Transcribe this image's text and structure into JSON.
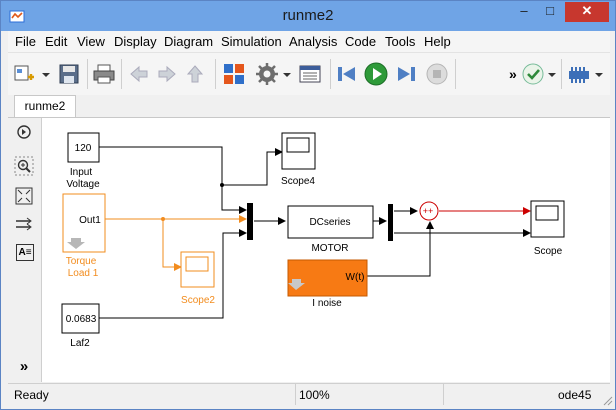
{
  "window": {
    "title": "runme2",
    "minimize": "–",
    "maximize": "□",
    "close": "✕"
  },
  "menu": [
    "File",
    "Edit",
    "View",
    "Display",
    "Diagram",
    "Simulation",
    "Analysis",
    "Code",
    "Tools",
    "Help"
  ],
  "toolbar": {
    "icons": [
      "new-model-icon",
      "save-icon",
      "print-icon",
      "back-icon",
      "forward-icon",
      "up-icon",
      "library-browser-icon",
      "model-config-icon",
      "model-explorer-icon",
      "step-back-icon",
      "run-icon",
      "step-forward-icon",
      "stop-icon",
      "more-icon",
      "check-icon",
      "build-icon"
    ],
    "more_label": "»"
  },
  "tabs": [
    {
      "label": "runme2"
    }
  ],
  "palette": {
    "icons": [
      "hide-browser-icon",
      "zoom-in-icon",
      "fit-view-icon",
      "route-lines-icon",
      "annotation-icon",
      "expand-icon"
    ],
    "expand_label": "»",
    "annotation_label": "A≡"
  },
  "diagram": {
    "blocks": {
      "input_voltage": {
        "value": "120",
        "label_line1": "Input",
        "label_line2": "Voltage"
      },
      "torque_load": {
        "port": "Out1",
        "label_line1": "Torque",
        "label_line2": "Load 1"
      },
      "laf2": {
        "value": "0.0683",
        "label": "Laf2"
      },
      "scope4": {
        "label": "Scope4"
      },
      "scope2": {
        "label": "Scope2"
      },
      "motor": {
        "text": "DCseries",
        "label": "MOTOR"
      },
      "inoise": {
        "port": "W(t)",
        "label": "I noise"
      },
      "sum": {
        "signs": "++"
      },
      "scope": {
        "label": "Scope"
      }
    },
    "colors": {
      "subsystem": "#f28c1e",
      "noise_fill": "#f77a14",
      "sum_line": "#cc0000",
      "line": "#000000"
    }
  },
  "status": {
    "left": "Ready",
    "zoom": "100%",
    "solver": "ode45"
  }
}
